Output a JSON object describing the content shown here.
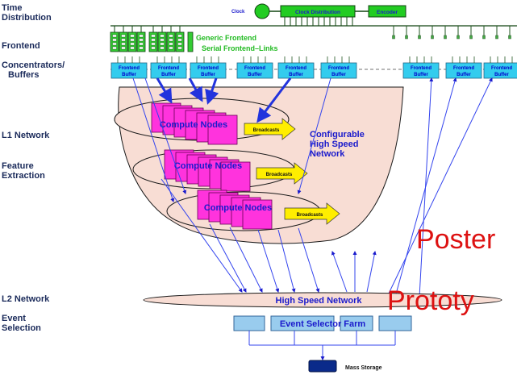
{
  "labels": {
    "time_distribution": [
      "Time",
      "Distribution"
    ],
    "frontend": "Frontend",
    "concentrators": [
      "Concentrators/",
      "Buffers"
    ],
    "l1_network": "L1 Network",
    "feature_extraction": [
      "Feature",
      "Extraction"
    ],
    "l2_network": "L2 Network",
    "event_selection": [
      "Event",
      "Selection"
    ]
  },
  "clock": {
    "label": "Clock",
    "distribution": "Clock Distribution",
    "encoder": "Encoder"
  },
  "frontend": {
    "generic": "Generic Frontend",
    "links": "Serial Frontend–Links"
  },
  "buffer": {
    "line1": "Frontend",
    "line2": "Buffer"
  },
  "compute": {
    "nodes": "Compute Nodes",
    "broadcasts": "Broadcasts"
  },
  "network": {
    "configurable": [
      "Configurable",
      "High Speed",
      "Network"
    ],
    "high_speed": "High Speed Network"
  },
  "event_selector": "Event Selector Farm",
  "mass_storage": "Mass Storage",
  "overlay": {
    "line1": "Poster",
    "line2": "Prototy"
  },
  "colors": {
    "green": "#22cc22",
    "cyan": "#33ccee",
    "magenta": "#ff33dd",
    "yellow": "#ffee00",
    "bowl": "#f8ddd4",
    "blue_arrow": "#2233dd",
    "light_blue_box": "#99ccee",
    "overlay_red": "#dd1111"
  }
}
